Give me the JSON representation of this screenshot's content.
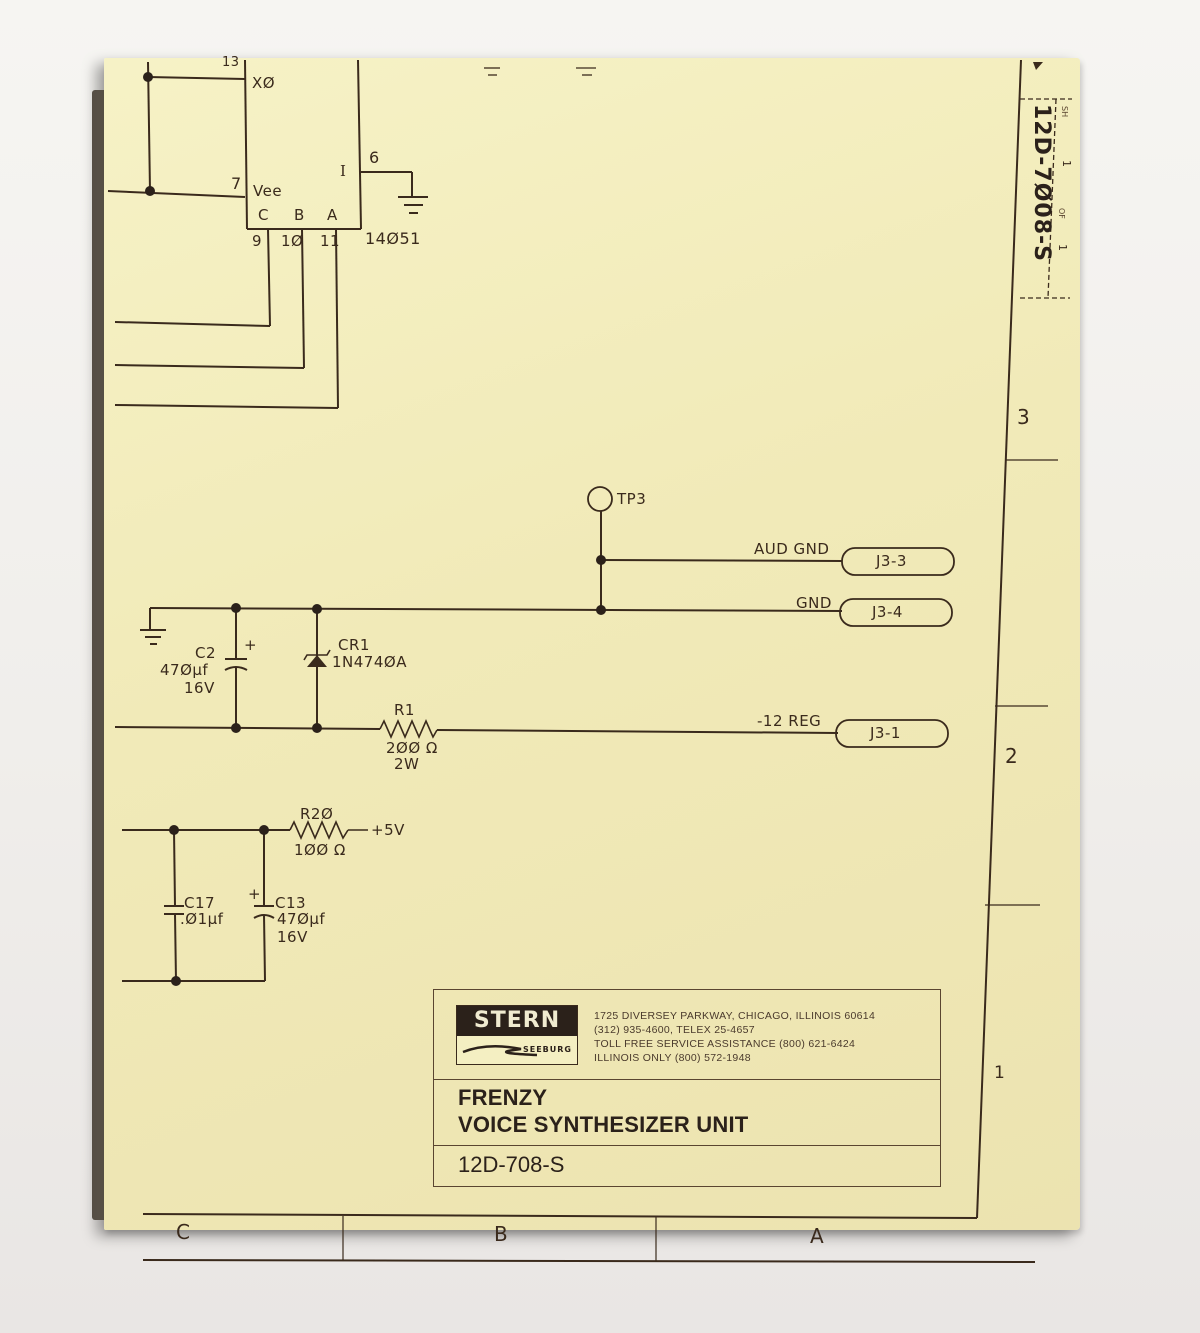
{
  "document": {
    "type": "schematic-sheet",
    "title_block": {
      "logo": {
        "brand": "STERN",
        "sub_brand": "SEEBURG"
      },
      "address_lines": [
        "1725 DIVERSEY PARKWAY, CHICAGO, ILLINOIS 60614",
        "(312) 935-4600, TELEX 25-4657",
        "TOLL FREE SERVICE ASSISTANCE (800) 621-6424",
        "ILLINOIS ONLY (800) 572-1948"
      ],
      "title_lines": [
        "FRENZY",
        "VOICE SYNTHESIZER UNIT"
      ],
      "drawing_number": "12D-708-S"
    },
    "sheet_tab": {
      "drawing_number": "12D-7Ø08-S",
      "sheet_label": "SH",
      "sheet_number": "1",
      "of_label": "OF",
      "total_sheets": "1"
    },
    "zones": {
      "columns": [
        "C",
        "B",
        "A"
      ],
      "rows": [
        "3",
        "2",
        "1"
      ]
    }
  },
  "schematic": {
    "ic": {
      "part": "14Ø51",
      "pins": {
        "x0": {
          "num": "13",
          "name": "XØ"
        },
        "vee": {
          "num": "7",
          "name": "Vee"
        },
        "inh": {
          "num": "6",
          "name": "I"
        },
        "c": {
          "num": "9",
          "name": "C"
        },
        "b": {
          "num": "1Ø",
          "name": "B"
        },
        "a": {
          "num": "11",
          "name": "A"
        }
      }
    },
    "test_point": "TP3",
    "components": {
      "c2": {
        "ref": "C2",
        "value": "47Øµf",
        "rating": "16V",
        "polarity": "+"
      },
      "cr1": {
        "ref": "CR1",
        "value": "1N474ØA"
      },
      "r1": {
        "ref": "R1",
        "value": "2ØØ Ω",
        "rating": "2W"
      },
      "r20": {
        "ref": "R2Ø",
        "value": "1ØØ Ω"
      },
      "c17": {
        "ref": "C17",
        "value": ".Ø1µf"
      },
      "c13": {
        "ref": "C13",
        "value": "47Øµf",
        "rating": "16V",
        "polarity": "+"
      }
    },
    "supply_label": "+5V",
    "nets": [
      {
        "name": "AUD GND",
        "connector": "J3-3"
      },
      {
        "name": "GND",
        "connector": "J3-4"
      },
      {
        "name": "-12 REG",
        "connector": "J3-1"
      }
    ]
  },
  "colors": {
    "paper": "#f1eab8",
    "ink": "#3a2a1c",
    "background": "#f0eeeb"
  }
}
